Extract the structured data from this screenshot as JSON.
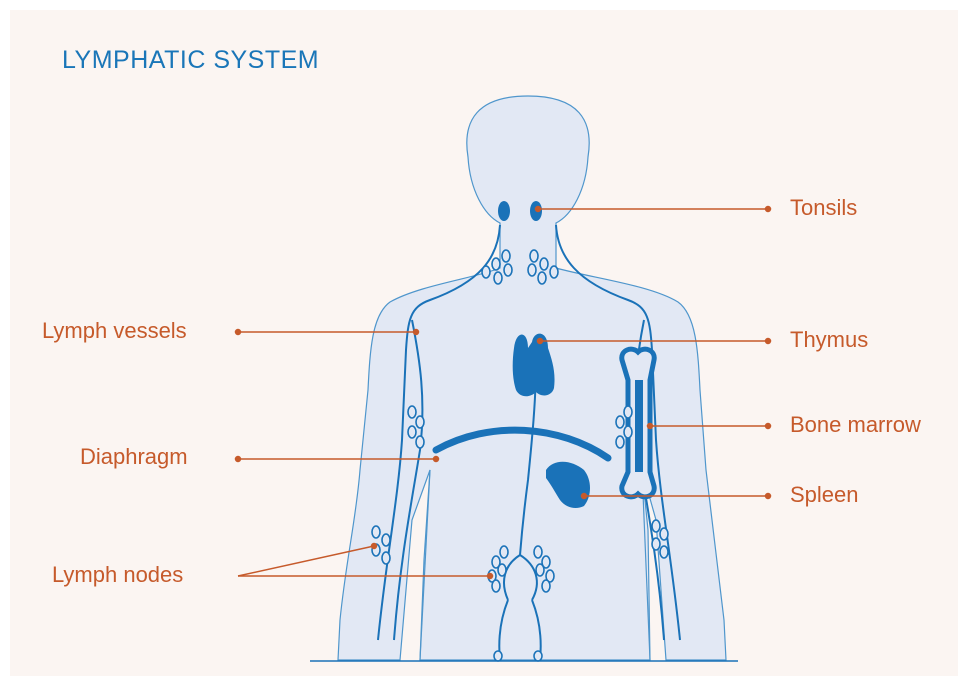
{
  "title": "LYMPHATIC SYSTEM",
  "colors": {
    "background": "#fbf5f2",
    "title": "#1a76b8",
    "label": "#c65a2b",
    "leader": "#c65a2b",
    "body_fill": "#e2e8f4",
    "body_outline": "#4f96cc",
    "organ": "#1a72b8"
  },
  "labels": {
    "tonsils": "Tonsils",
    "lymph_vessels": "Lymph vessels",
    "thymus": "Thymus",
    "bone_marrow": "Bone marrow",
    "diaphragm": "Diaphragm",
    "spleen": "Spleen",
    "lymph_nodes": "Lymph nodes"
  }
}
